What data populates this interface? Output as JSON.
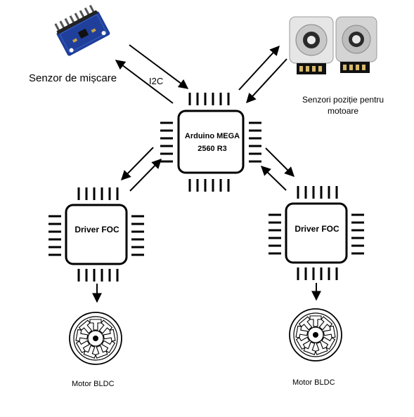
{
  "labels": {
    "motion_sensor": "Senzor de mișcare",
    "i2c": "I2C",
    "position_sensors_line1": "Senzori poziție pentru",
    "position_sensors_line2": "motoare",
    "mcu_line1": "Arduino MEGA",
    "mcu_line2": "2560 R3",
    "driver_left": "Driver FOC",
    "driver_right": "Driver FOC",
    "motor_left": "Motor BLDC",
    "motor_right": "Motor BLDC"
  },
  "icons": {
    "motion_sensor": "imu-board-icon",
    "position_sensor": "rotary-encoder-icon",
    "motor": "bldc-stator-icon"
  },
  "colors": {
    "line": "#000000",
    "board": "#1f3f9a",
    "encoder_body": "#e6e6e6"
  }
}
